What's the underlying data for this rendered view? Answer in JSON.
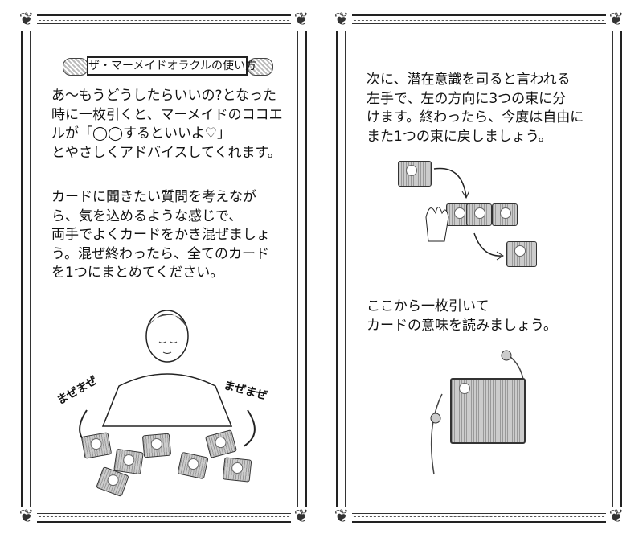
{
  "left_page": {
    "title": "ザ・マーメイドオラクルの使い方",
    "paragraph1": [
      "あ〜もうどうしたらいいの?となった",
      "時に一枚引くと、マーメイドのココエ",
      "ルが「◯◯するといいよ♡」",
      "とやさしくアドバイスしてくれます。"
    ],
    "paragraph2": [
      "カードに聞きたい質問を考えなが",
      "ら、気を込めるような感じで、",
      "両手でよくカードをかき混ぜましょ",
      "う。混ぜ終わったら、全てのカード",
      "を1つにまとめてください。"
    ],
    "illustration_labels": [
      "まぜまぜ",
      "まぜまぜ"
    ]
  },
  "right_page": {
    "paragraph1": [
      "次に、潜在意識を司ると言われる",
      "左手で、左の方向に3つの束に分",
      "けます。終わったら、今度は自由に",
      "また1つの束に戻しましょう。"
    ],
    "paragraph2": [
      "ここから一枚引いて",
      "カードの意味を読みましょう。"
    ]
  }
}
